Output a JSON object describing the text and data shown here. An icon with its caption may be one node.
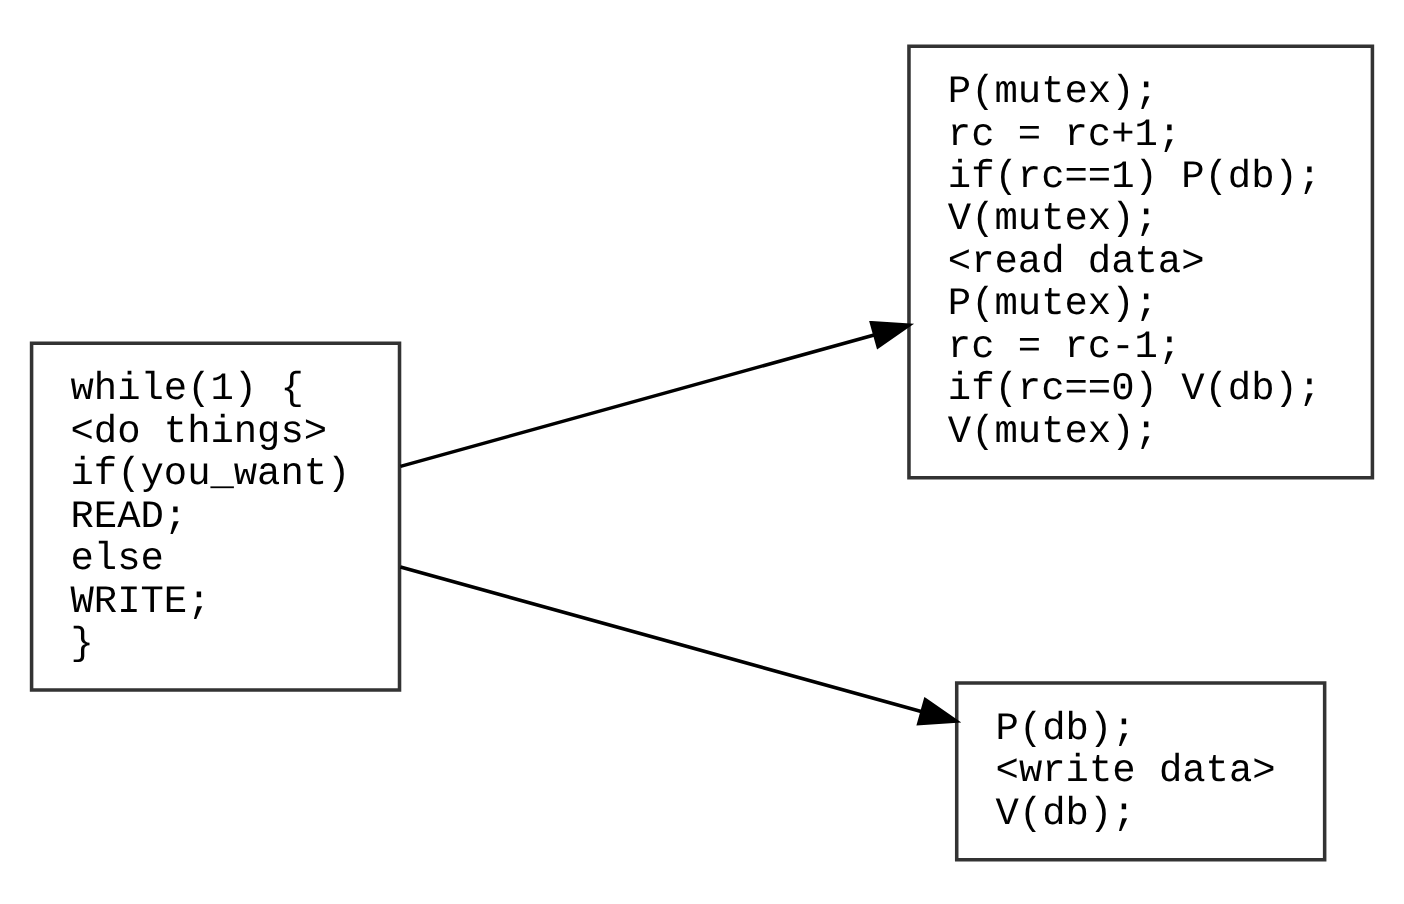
{
  "diagram": {
    "nodes": [
      {
        "text": [
          "while(1) {",
          "<do things>",
          "if(you_want)",
          "READ;",
          "else",
          "WRITE;",
          "}"
        ]
      },
      {
        "text": [
          "P(mutex);",
          "rc = rc+1;",
          "if(rc==1) P(db);",
          "V(mutex);",
          "<read data>",
          "P(mutex);",
          "rc = rc-1;",
          "if(rc==0) V(db);",
          "V(mutex);"
        ]
      },
      {
        "text": [
          "P(db);",
          "<write data>",
          "V(db);"
        ]
      }
    ],
    "edges": [
      {
        "from": 0,
        "to": 1,
        "arrow": "to"
      },
      {
        "from": 0,
        "to": 2,
        "arrow": "to"
      }
    ]
  }
}
